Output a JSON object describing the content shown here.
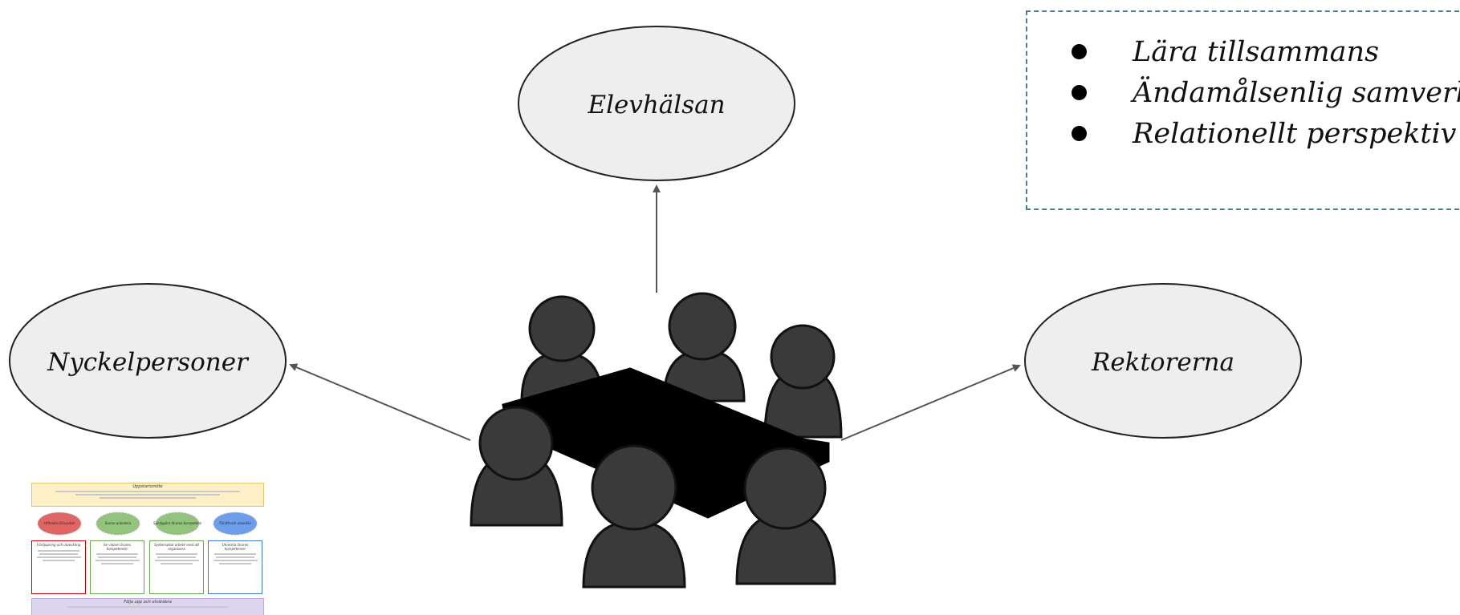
{
  "nodes": {
    "top": "Elevhälsan",
    "left": "Nyckelpersoner",
    "right": "Rektorerna"
  },
  "key_points": [
    "Lära tillsammans",
    "Ändamålsenlig samverkan",
    "Relationellt perspektiv"
  ],
  "colors": {
    "ellipse_fill": "#eeeeee",
    "ellipse_stroke": "#222222",
    "arrow": "#555555",
    "figure_fill": "#3a3a3a",
    "table_fill": "#000000",
    "dashed_border": "#4f7f8c"
  },
  "thumbnail": {
    "banner_title": "Uppstartsmöte",
    "oval_labels": [
      "Utforska läraryrket",
      "Kunna orientera",
      "Synliggöra lärares kompetens",
      "Förstå och utveckla"
    ],
    "oval_colors": [
      "#e06666",
      "#93c47d",
      "#93c47d",
      "#6d9eeb"
    ],
    "column_titles": [
      "Fördjupning och utveckling",
      "Se vidare lärares kompetenser",
      "Systematisk arbete med att organisera",
      "Utveckla lärares kompetenser"
    ],
    "column_colors": [
      "#cc0000",
      "#6aa84f",
      "#6aa84f",
      "#3c78d8"
    ],
    "bottom_title": "Följa upp och utvärdera"
  }
}
